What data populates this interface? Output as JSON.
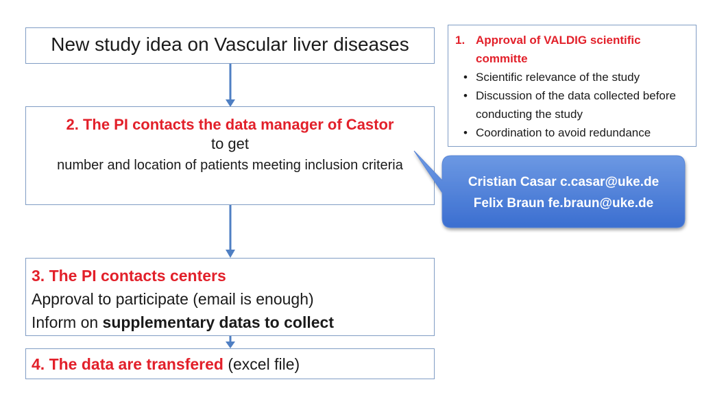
{
  "step1": {
    "title": "New study idea on Vascular liver diseases"
  },
  "step2": {
    "title": "2. The PI contacts the data manager of Castor",
    "sub": "to get",
    "desc": "number and location of patients meeting inclusion criteria"
  },
  "step3": {
    "title": "3. The PI contacts centers",
    "line2": "Approval to participate (email is enough)",
    "line3_prefix": "Inform on ",
    "line3_bold": "supplementary datas to collect"
  },
  "step4": {
    "title": "4. The data are transfered",
    "suffix": " (excel file)"
  },
  "approval": {
    "number": "1.",
    "title_line1": "Approval of VALDIG scientific",
    "title_line2": "committe",
    "bullets": [
      "Scientific relevance of the study",
      "Discussion of the data collected before conducting the study",
      "Coordination to avoid redundance"
    ]
  },
  "contacts": {
    "line1": "Cristian Casar c.casar@uke.de",
    "line2": "Felix Braun fe.braun@uke.de"
  },
  "colors": {
    "accent_red": "#e2202a",
    "box_border": "#7f9cc4",
    "arrow_blue": "#4f7fc3",
    "callout_top": "#6f9be4",
    "callout_bottom": "#3b6ed0"
  }
}
